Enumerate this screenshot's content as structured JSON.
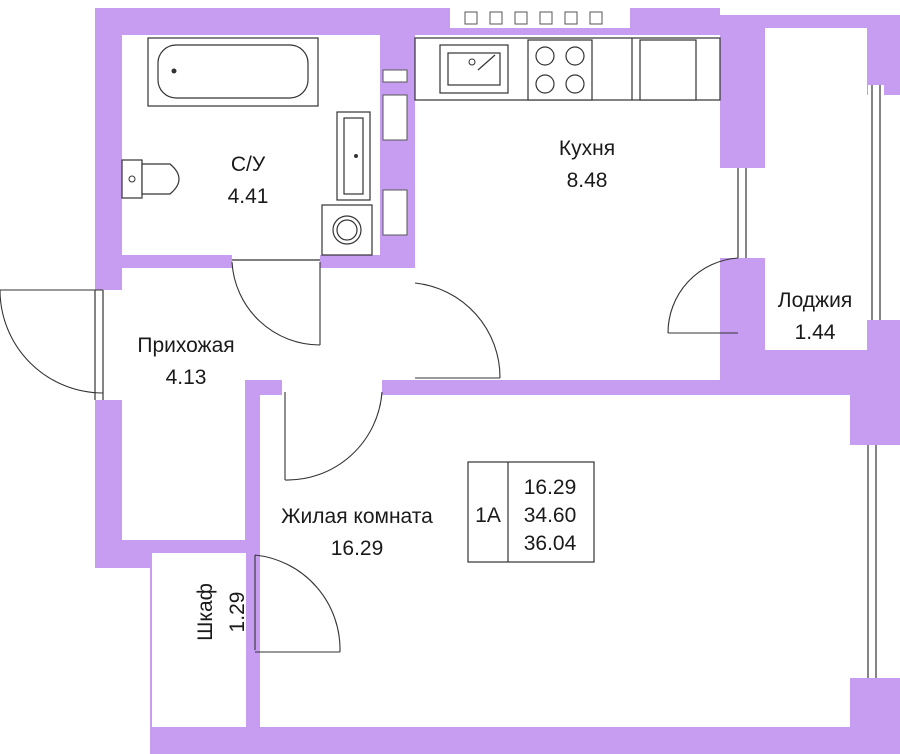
{
  "rooms": {
    "bathroom": {
      "name": "С/У",
      "area": "4.41"
    },
    "kitchen": {
      "name": "Кухня",
      "area": "8.48"
    },
    "hallway": {
      "name": "Прихожая",
      "area": "4.13"
    },
    "living": {
      "name": "Жилая комната",
      "area": "16.29"
    },
    "loggia": {
      "name": "Лоджия",
      "area": "1.44"
    },
    "closet": {
      "name": "Шкаф",
      "area": "1.29"
    }
  },
  "summary": {
    "type": "1А",
    "living_area": "16.29",
    "total_area": "34.60",
    "total_with_loggia": "36.04"
  },
  "colors": {
    "wall": "#c79df2",
    "room": "#ffffff",
    "line": "#333333"
  }
}
